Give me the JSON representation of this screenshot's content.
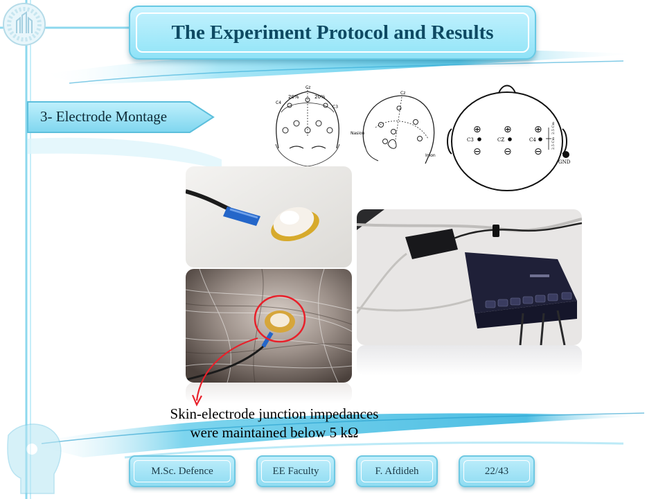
{
  "header": {
    "title": "The Experiment Protocol and Results"
  },
  "section": {
    "heading": "3- Electrode Montage"
  },
  "diagrams": {
    "front_labels": {
      "cz": "Cz",
      "c4": "C4",
      "c3": "C3",
      "pct1": "20%",
      "pct2": "20%"
    },
    "side_labels": {
      "cz": "Cz",
      "nasion": "Nasion",
      "inion": "Inion"
    },
    "top_labels": {
      "c3": "C3",
      "cz": "CZ",
      "c4": "C4",
      "d1": "2.5 Cm",
      "d2": "2.5 Cm",
      "gnd": "GND"
    }
  },
  "caption": {
    "line1": "Skin-electrode junction impedances",
    "line2": "were maintained below 5 kΩ"
  },
  "footer": {
    "degree": "M.Sc. Defence",
    "faculty": "EE Faculty",
    "author": "F. Afdideh",
    "page": "22/43"
  },
  "colors": {
    "accent": "#8fe2f7",
    "frame": "#7fd3ea",
    "annotation_red": "#e8202a"
  }
}
